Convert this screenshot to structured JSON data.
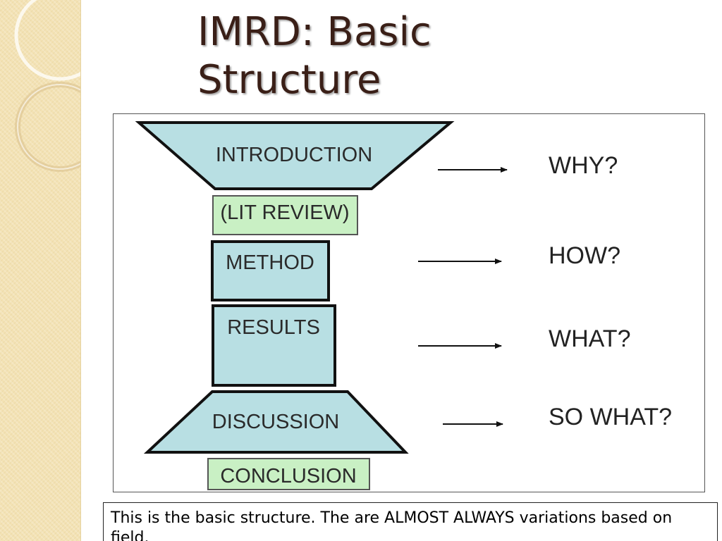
{
  "slide": {
    "title_line1": "IMRD: Basic",
    "title_line2": "Structure"
  },
  "diagram": {
    "stages": {
      "introduction": "INTRODUCTION",
      "lit_review": "(LIT REVIEW)",
      "method": "METHOD",
      "results": "RESULTS",
      "discussion": "DISCUSSION",
      "conclusion": "CONCLUSION"
    },
    "questions": {
      "why": "WHY?",
      "how": "HOW?",
      "what": "WHAT?",
      "so_what": "SO WHAT?"
    },
    "colors": {
      "blue_fill": "#b8dfe3",
      "green_fill": "#c9f0c4",
      "outline": "#111111"
    }
  },
  "caption": {
    "text": "This is the basic structure. The are ALMOST ALWAYS variations based on field."
  }
}
